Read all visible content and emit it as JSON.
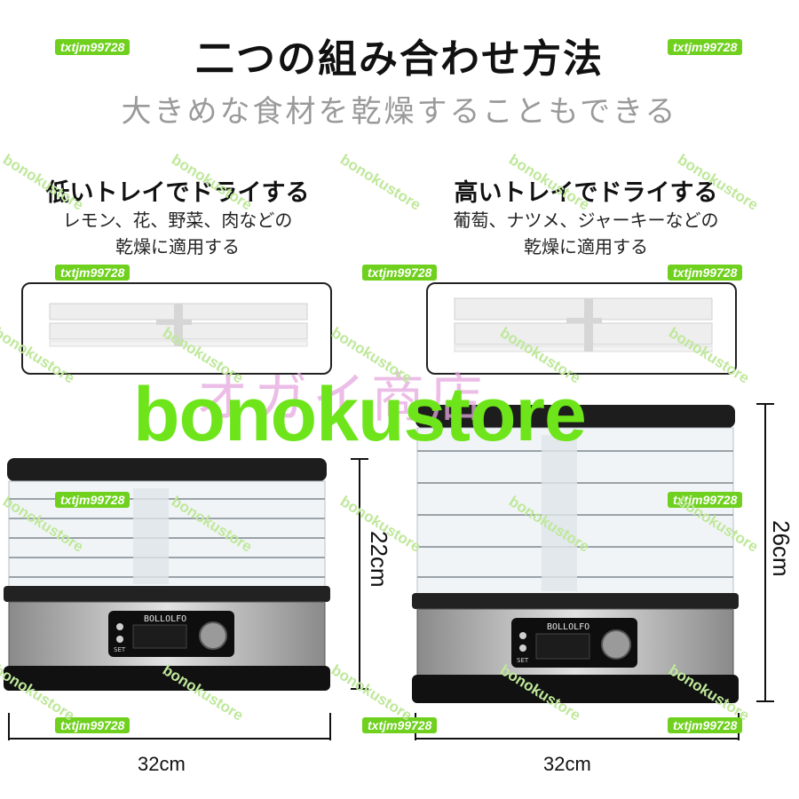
{
  "header": {
    "title": "二つの組み合わせ方法",
    "subtitle": "大きめな食材を乾燥することもできる"
  },
  "left_panel": {
    "title": "低いトレイでドライする",
    "desc_line1": "レモン、花、野菜、肉などの",
    "desc_line2": "乾燥に適用する",
    "height_label": "22cm",
    "width_label": "32cm",
    "device_brand": "BOLLOLFO",
    "set_label": "SET"
  },
  "right_panel": {
    "title": "高いトレイでドライする",
    "desc_line1": "葡萄、ナツメ、ジャーキーなどの",
    "desc_line2": "乾燥に適用する",
    "height_label": "26cm",
    "width_label": "32cm",
    "device_brand": "BOLLOLFO",
    "set_label": "SET"
  },
  "watermarks": {
    "brand": "bonokustore",
    "shop_overlay": "オガイ商店",
    "id_tag": "txtjm99728",
    "repeat_text": "bonokustore"
  },
  "colors": {
    "watermark_green": "#6ee51a",
    "tag_green": "#6fd01e",
    "overlay_pink": "#e6a8e0"
  }
}
